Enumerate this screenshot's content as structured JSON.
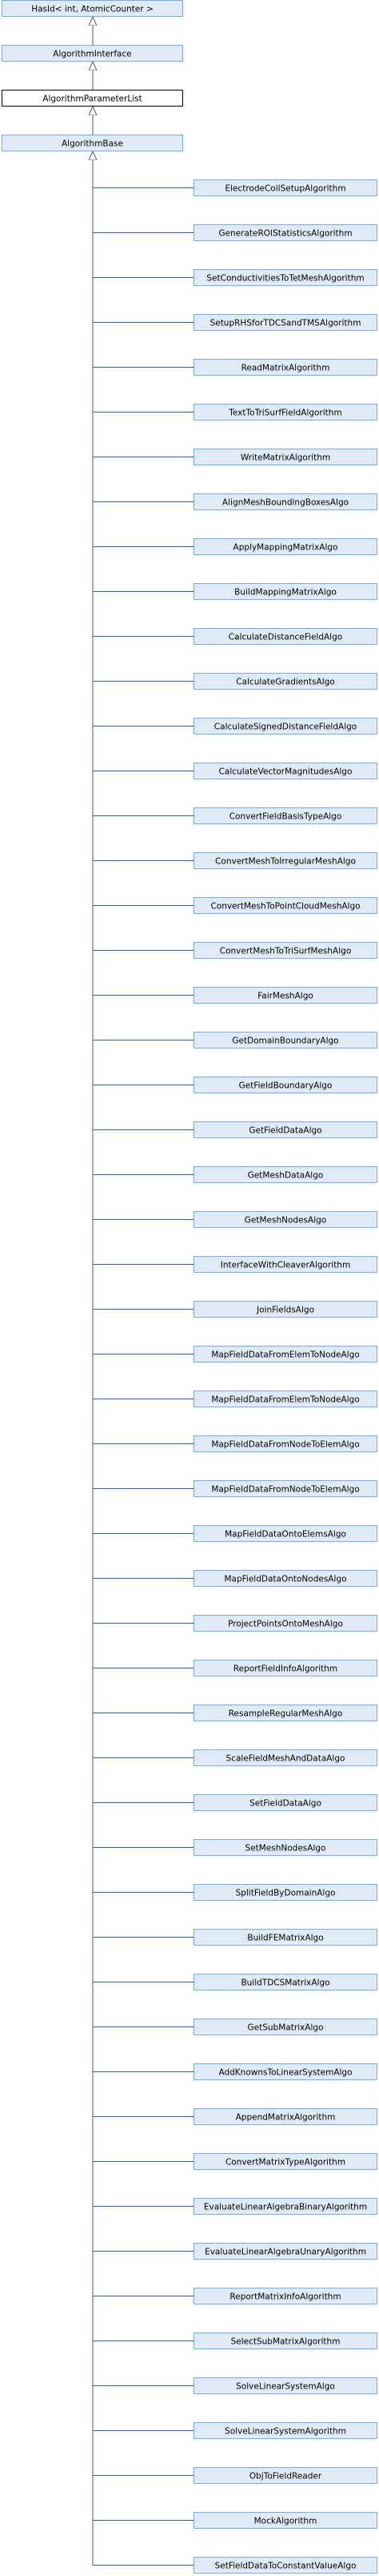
{
  "diagram": {
    "colors": {
      "node_fill": "#e1ebf7",
      "node_border": "#84a6d2",
      "highlight_fill": "#ffffff",
      "highlight_border": "#000000",
      "edge": "#3c5f95",
      "text": "#000000"
    },
    "ancestors": [
      {
        "id": "a0",
        "label": "HasId< int, AtomicCounter >"
      },
      {
        "id": "a1",
        "label": "AlgorithmInterface"
      },
      {
        "id": "a2",
        "label": "AlgorithmParameterList",
        "highlighted": true
      },
      {
        "id": "a3",
        "label": "AlgorithmBase"
      }
    ],
    "children": [
      {
        "id": "c0",
        "label": "ElectrodeCoilSetupAlgorithm"
      },
      {
        "id": "c1",
        "label": "GenerateROIStatisticsAlgorithm"
      },
      {
        "id": "c2",
        "label": "SetConductivitiesToTetMeshAlgorithm"
      },
      {
        "id": "c3",
        "label": "SetupRHSforTDCSandTMSAlgorithm"
      },
      {
        "id": "c4",
        "label": "ReadMatrixAlgorithm"
      },
      {
        "id": "c5",
        "label": "TextToTriSurfFieldAlgorithm"
      },
      {
        "id": "c6",
        "label": "WriteMatrixAlgorithm"
      },
      {
        "id": "c7",
        "label": "AlignMeshBoundingBoxesAlgo"
      },
      {
        "id": "c8",
        "label": "ApplyMappingMatrixAlgo"
      },
      {
        "id": "c9",
        "label": "BuildMappingMatrixAlgo"
      },
      {
        "id": "c10",
        "label": "CalculateDistanceFieldAlgo"
      },
      {
        "id": "c11",
        "label": "CalculateGradientsAlgo"
      },
      {
        "id": "c12",
        "label": "CalculateSignedDistanceFieldAlgo"
      },
      {
        "id": "c13",
        "label": "CalculateVectorMagnitudesAlgo"
      },
      {
        "id": "c14",
        "label": "ConvertFieldBasisTypeAlgo"
      },
      {
        "id": "c15",
        "label": "ConvertMeshToIrregularMeshAlgo"
      },
      {
        "id": "c16",
        "label": "ConvertMeshToPointCloudMeshAlgo"
      },
      {
        "id": "c17",
        "label": "ConvertMeshToTriSurfMeshAlgo"
      },
      {
        "id": "c18",
        "label": "FairMeshAlgo"
      },
      {
        "id": "c19",
        "label": "GetDomainBoundaryAlgo"
      },
      {
        "id": "c20",
        "label": "GetFieldBoundaryAlgo"
      },
      {
        "id": "c21",
        "label": "GetFieldDataAlgo"
      },
      {
        "id": "c22",
        "label": "GetMeshDataAlgo"
      },
      {
        "id": "c23",
        "label": "GetMeshNodesAlgo"
      },
      {
        "id": "c24",
        "label": "InterfaceWithCleaverAlgorithm"
      },
      {
        "id": "c25",
        "label": "JoinFieldsAlgo"
      },
      {
        "id": "c26",
        "label": "MapFieldDataFromElemToNodeAlgo"
      },
      {
        "id": "c27",
        "label": "MapFieldDataFromElemToNodeAlgo"
      },
      {
        "id": "c28",
        "label": "MapFieldDataFromNodeToElemAlgo"
      },
      {
        "id": "c29",
        "label": "MapFieldDataFromNodeToElemAlgo"
      },
      {
        "id": "c30",
        "label": "MapFieldDataOntoElemsAlgo"
      },
      {
        "id": "c31",
        "label": "MapFieldDataOntoNodesAlgo"
      },
      {
        "id": "c32",
        "label": "ProjectPointsOntoMeshAlgo"
      },
      {
        "id": "c33",
        "label": "ReportFieldInfoAlgorithm"
      },
      {
        "id": "c34",
        "label": "ResampleRegularMeshAlgo"
      },
      {
        "id": "c35",
        "label": "ScaleFieldMeshAndDataAlgo"
      },
      {
        "id": "c36",
        "label": "SetFieldDataAlgo"
      },
      {
        "id": "c37",
        "label": "SetMeshNodesAlgo"
      },
      {
        "id": "c38",
        "label": "SplitFieldByDomainAlgo"
      },
      {
        "id": "c39",
        "label": "BuildFEMatrixAlgo"
      },
      {
        "id": "c40",
        "label": "BuildTDCSMatrixAlgo"
      },
      {
        "id": "c41",
        "label": "GetSubMatrixAlgo"
      },
      {
        "id": "c42",
        "label": "AddKnownsToLinearSystemAlgo"
      },
      {
        "id": "c43",
        "label": "AppendMatrixAlgorithm"
      },
      {
        "id": "c44",
        "label": "ConvertMatrixTypeAlgorithm"
      },
      {
        "id": "c45",
        "label": "EvaluateLinearAlgebraBinaryAlgorithm"
      },
      {
        "id": "c46",
        "label": "EvaluateLinearAlgebraUnaryAlgorithm"
      },
      {
        "id": "c47",
        "label": "ReportMatrixInfoAlgorithm"
      },
      {
        "id": "c48",
        "label": "SelectSubMatrixAlgorithm"
      },
      {
        "id": "c49",
        "label": "SolveLinearSystemAlgo"
      },
      {
        "id": "c50",
        "label": "SolveLinearSystemAlgorithm"
      },
      {
        "id": "c51",
        "label": "ObjToFieldReader"
      },
      {
        "id": "c52",
        "label": "MockAlgorithm"
      },
      {
        "id": "c53",
        "label": "SetFieldDataToConstantValueAlgo"
      }
    ]
  }
}
